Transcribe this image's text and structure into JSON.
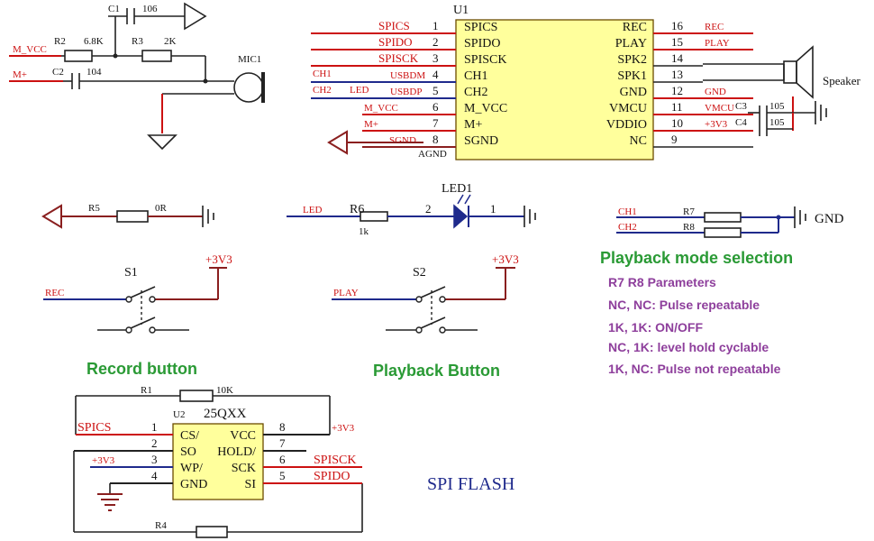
{
  "u1": {
    "ref": "U1",
    "left_pins": [
      {
        "num": "1",
        "name": "SPICS",
        "net": "SPICS"
      },
      {
        "num": "2",
        "name": "SPIDO",
        "net": "SPIDO"
      },
      {
        "num": "3",
        "name": "SPISCK",
        "net": "SPISCK"
      },
      {
        "num": "4",
        "name": "CH1",
        "net": "USBDM"
      },
      {
        "num": "5",
        "name": "CH2",
        "net": "USBDP"
      },
      {
        "num": "6",
        "name": "M_VCC",
        "net": "M_VCC"
      },
      {
        "num": "7",
        "name": "M+",
        "net": "M+"
      },
      {
        "num": "8",
        "name": "SGND",
        "net": "SGND"
      }
    ],
    "right_pins": [
      {
        "num": "16",
        "name": "REC",
        "net": "REC"
      },
      {
        "num": "15",
        "name": "PLAY",
        "net": "PLAY"
      },
      {
        "num": "14",
        "name": "SPK2",
        "net": ""
      },
      {
        "num": "13",
        "name": "SPK1",
        "net": ""
      },
      {
        "num": "12",
        "name": "GND",
        "net": "GND"
      },
      {
        "num": "11",
        "name": "VMCU",
        "net": "VMCU"
      },
      {
        "num": "10",
        "name": "VDDIO",
        "net": "+3V3"
      },
      {
        "num": "9",
        "name": "NC",
        "net": ""
      }
    ],
    "extra_left": {
      "ch1": "CH1",
      "ch2": "CH2",
      "led": "LED",
      "agnd": "AGND"
    }
  },
  "mic": {
    "c1": "C1",
    "c1_val": "106",
    "r2": "R2",
    "r2_val": "6.8K",
    "r3": "R3",
    "r3_val": "2K",
    "c2": "C2",
    "c2_val": "104",
    "mic": "MIC1",
    "mvcc": "M_VCC",
    "mplus": "M+"
  },
  "speaker": {
    "label": "Speaker",
    "c3": "C3",
    "c3_val": "105",
    "c4": "C4",
    "c4_val": "105"
  },
  "r5": {
    "ref": "R5",
    "val": "0R"
  },
  "led": {
    "ref": "LED1",
    "net": "LED",
    "r6": "R6",
    "r6_val": "1k",
    "pin2": "2",
    "pin1": "1"
  },
  "mode_res": {
    "ch1": "CH1",
    "ch2": "CH2",
    "r7": "R7",
    "r8": "R8",
    "gnd": "GND"
  },
  "mode": {
    "title": "Playback mode selection",
    "lines": [
      "R7 R8 Parameters",
      "NC, NC: Pulse repeatable",
      "1K, 1K: ON/OFF",
      "NC, 1K: level hold cyclable",
      "1K, NC: Pulse not repeatable"
    ]
  },
  "s1": {
    "ref": "S1",
    "net": "REC",
    "vcc": "+3V3",
    "caption": "Record button"
  },
  "s2": {
    "ref": "S2",
    "net": "PLAY",
    "vcc": "+3V3",
    "caption": "Playback Button"
  },
  "flash": {
    "ref": "U2",
    "part": "25QXX",
    "r1": "R1",
    "r1_val": "10K",
    "r4": "R4",
    "left": [
      {
        "num": "1",
        "name": "CS/",
        "net": "SPICS"
      },
      {
        "num": "2",
        "name": "SO",
        "net": ""
      },
      {
        "num": "3",
        "name": "WP/",
        "net": "+3V3"
      },
      {
        "num": "4",
        "name": "GND",
        "net": ""
      }
    ],
    "right": [
      {
        "num": "8",
        "name": "VCC",
        "net": "+3V3"
      },
      {
        "num": "7",
        "name": "HOLD/",
        "net": ""
      },
      {
        "num": "6",
        "name": "SCK",
        "net": "SPISCK"
      },
      {
        "num": "5",
        "name": "SI",
        "net": "SPIDO"
      }
    ],
    "title": "SPI FLASH"
  }
}
